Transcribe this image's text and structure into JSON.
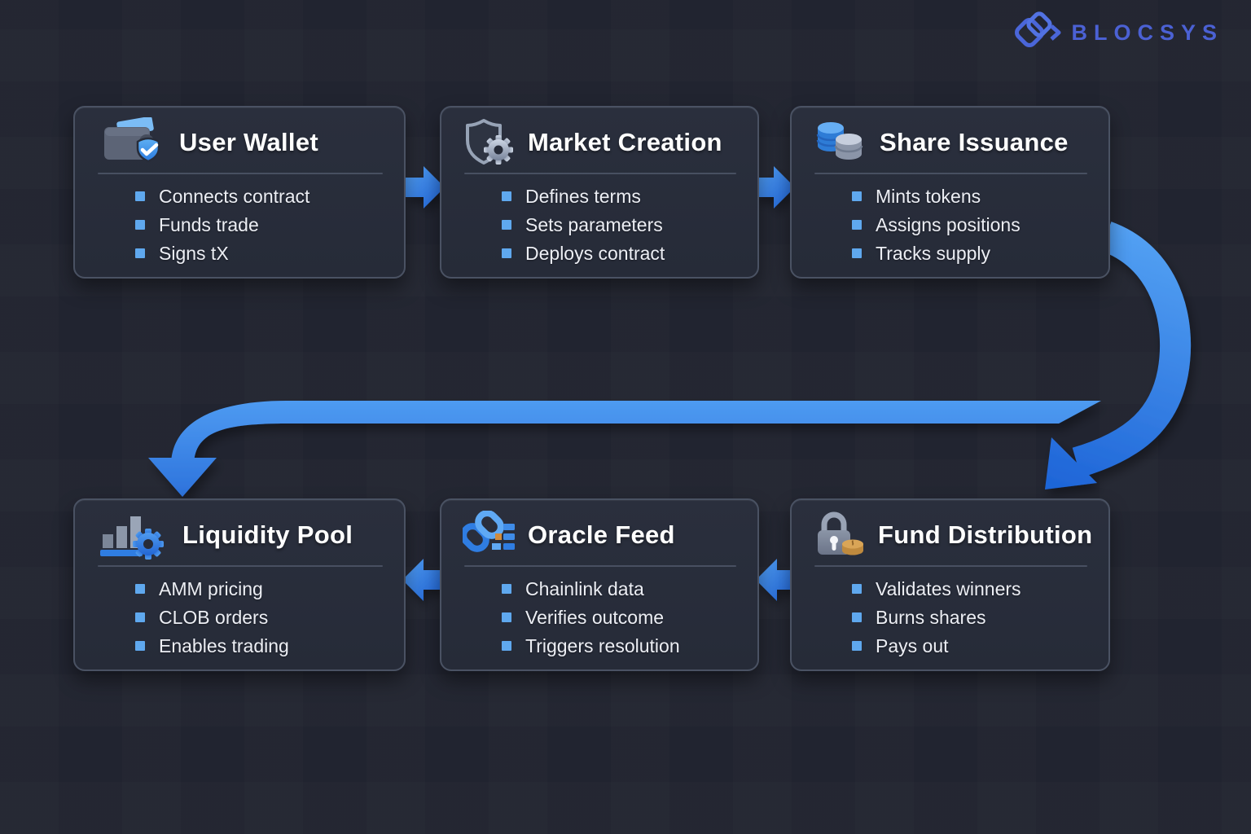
{
  "logo": {
    "text": "BLOCSYS",
    "icon": "interlocked-blocks-icon"
  },
  "boxes": [
    {
      "id": "user-wallet",
      "title": "User Wallet",
      "icon": "wallet-check-icon",
      "items": [
        "Connects contract",
        "Funds trade",
        "Signs tX"
      ]
    },
    {
      "id": "market-creation",
      "title": "Market Creation",
      "icon": "shield-gear-icon",
      "items": [
        "Defines terms",
        "Sets parameters",
        "Deploys contract"
      ]
    },
    {
      "id": "share-issuance",
      "title": "Share Issuance",
      "icon": "coin-stacks-icon",
      "items": [
        "Mints tokens",
        "Assigns positions",
        "Tracks supply"
      ]
    },
    {
      "id": "liquidity-pool",
      "title": "Liquidity Pool",
      "icon": "bar-chart-gear-icon",
      "items": [
        "AMM pricing",
        "CLOB orders",
        "Enables trading"
      ]
    },
    {
      "id": "oracle-feed",
      "title": "Oracle Feed",
      "icon": "chain-link-list-icon",
      "items": [
        "Chainlink data",
        "Verifies outcome",
        "Triggers resolution"
      ]
    },
    {
      "id": "fund-distribution",
      "title": "Fund Distribution",
      "icon": "lock-coin-icon",
      "items": [
        "Validates winners",
        "Burns shares",
        "Pays out"
      ]
    }
  ],
  "connections": [
    {
      "from": "User Wallet",
      "to": "Market Creation",
      "style": "block-arrow-right"
    },
    {
      "from": "Market Creation",
      "to": "Share Issuance",
      "style": "block-arrow-right"
    },
    {
      "from": "Share Issuance",
      "to": "Fund Distribution",
      "style": "curved-arrow-down"
    },
    {
      "from": "Share Issuance",
      "to": "Liquidity Pool",
      "style": "long-arrow-left-then-down"
    },
    {
      "from": "Fund Distribution",
      "to": "Oracle Feed",
      "style": "block-arrow-left"
    },
    {
      "from": "Oracle Feed",
      "to": "Liquidity Pool",
      "style": "block-arrow-left"
    }
  ],
  "colors": {
    "background": "#212430",
    "box_fill": "#272c39",
    "box_border": "#4a5263",
    "arrow_blue_light": "#4f9ef2",
    "arrow_blue_dark": "#2164d6",
    "bullet_blue": "#5fa8ee",
    "title_text": "#ffffff",
    "item_text": "#eceef4",
    "logo_blue": "#4b61d4",
    "coin_gold": "#d9a557",
    "accent_orange": "#d08c3e"
  }
}
